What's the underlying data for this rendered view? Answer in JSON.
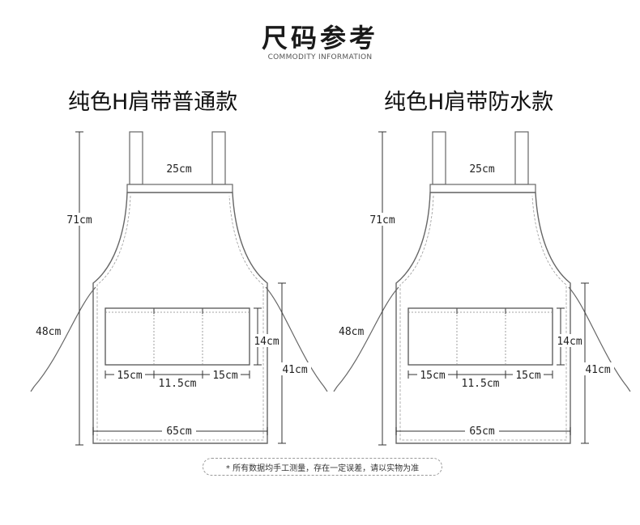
{
  "header": {
    "title": "尺码参考",
    "subtitle": "COMMODITY INFORMATION"
  },
  "variants": [
    {
      "name": "纯色H肩带普通款",
      "dims": {
        "strap_gap": "25cm",
        "total_length": "71cm",
        "lower_width": "48cm",
        "pocket_height": "14cm",
        "lower_length": "41cm",
        "pocket_left": "15cm",
        "pocket_mid": "11.5cm",
        "pocket_right": "15cm",
        "bottom_width": "65cm"
      }
    },
    {
      "name": "纯色H肩带防水款",
      "dims": {
        "strap_gap": "25cm",
        "total_length": "71cm",
        "lower_width": "48cm",
        "pocket_height": "14cm",
        "lower_length": "41cm",
        "pocket_left": "15cm",
        "pocket_mid": "11.5cm",
        "pocket_right": "15cm",
        "bottom_width": "65cm"
      }
    }
  ],
  "note": "* 所有数据均手工测量，存在一定误差，请以实物为准"
}
